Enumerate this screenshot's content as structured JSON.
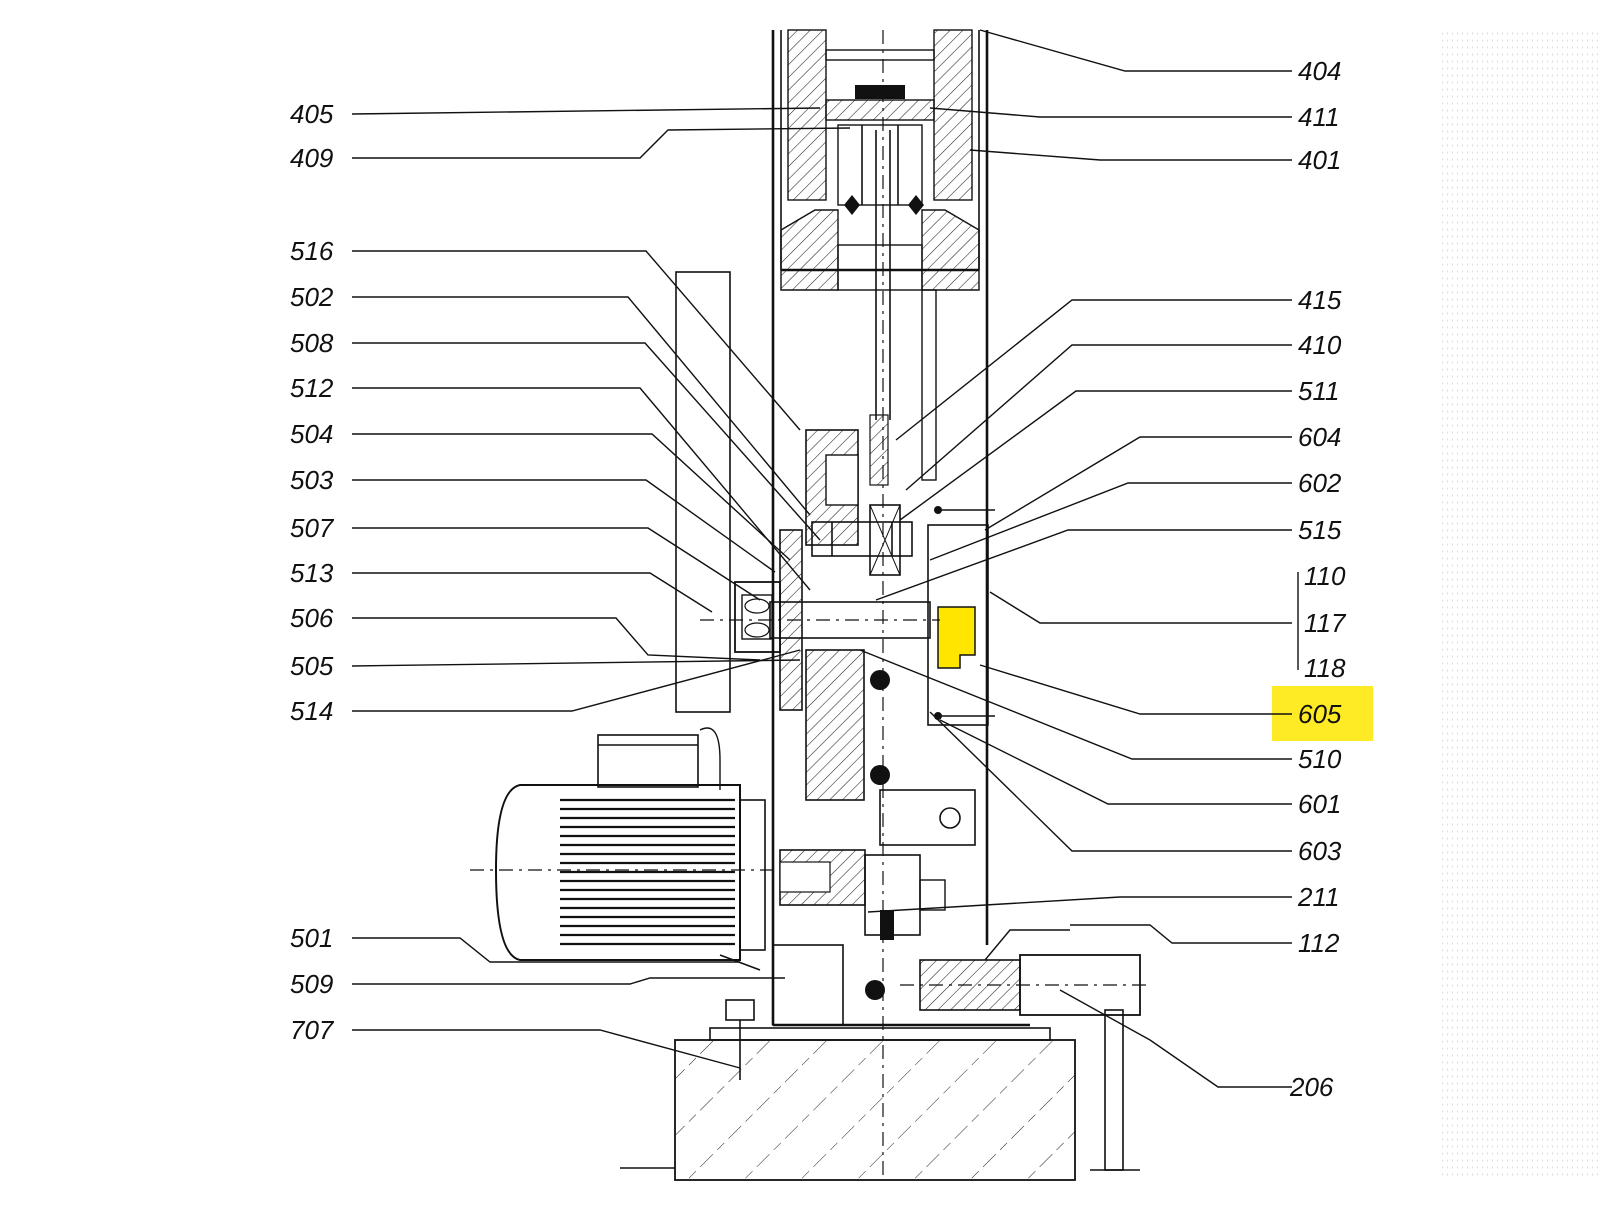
{
  "diagram": {
    "highlight_color": "#ffe600",
    "highlighted_label": "605",
    "left_labels": [
      "405",
      "409",
      "516",
      "502",
      "508",
      "512",
      "504",
      "503",
      "507",
      "513",
      "506",
      "505",
      "514",
      "501",
      "509",
      "707"
    ],
    "right_labels": [
      "404",
      "411",
      "401",
      "415",
      "410",
      "511",
      "604",
      "602",
      "515",
      "110",
      "117",
      "118",
      "605",
      "510",
      "601",
      "603",
      "211",
      "112",
      "206"
    ]
  }
}
